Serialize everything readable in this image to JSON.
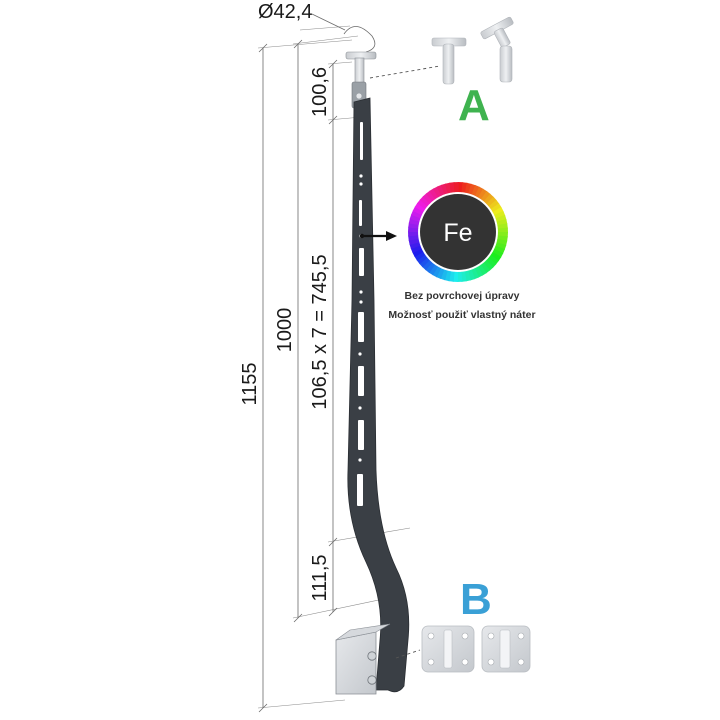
{
  "dimensions": {
    "diameter": "Ø42,4",
    "top_offset": "100,6",
    "total_height": "1155",
    "post_height": "1000",
    "hole_spacing": "106,5 x 7 = 745,5",
    "bottom_offset": "111,5"
  },
  "finish_badge": {
    "symbol": "Fe",
    "line1": "Bez povrchovej úpravy",
    "line2": "Možnosť použiť vlastný náter"
  },
  "options": {
    "a_label": "A",
    "b_label": "B",
    "a_color": "#3fb34f",
    "b_color": "#3aa0d6"
  },
  "colors": {
    "post": "#3a3f45",
    "ring_inner": "#333333"
  }
}
